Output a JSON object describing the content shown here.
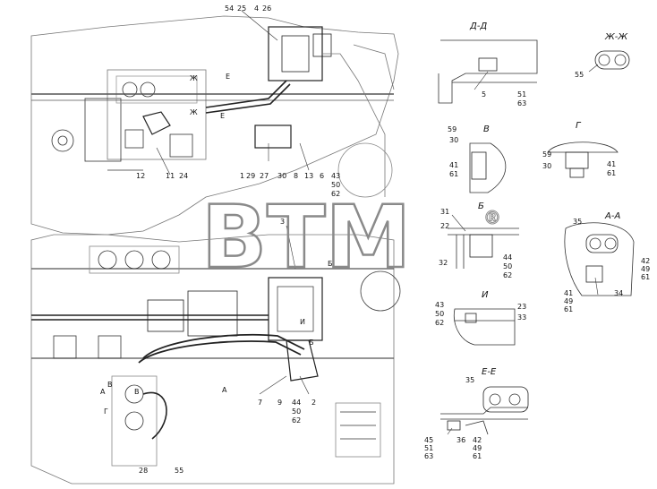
{
  "watermark": {
    "text": "BTM",
    "reg": "®"
  },
  "main_labels": {
    "top": [
      "54",
      "25",
      "4",
      "26"
    ],
    "upper_bottom": [
      "1",
      "29",
      "27",
      "30",
      "8",
      "13",
      "6",
      "43"
    ],
    "upper_stack": [
      "50",
      "62"
    ],
    "upper_left": [
      "12",
      "11",
      "24"
    ],
    "mid": [
      "3"
    ],
    "lower_bottom": [
      "7",
      "9",
      "44",
      "2"
    ],
    "lower_stack": [
      "50",
      "62"
    ],
    "lower_left": [
      "28",
      "55"
    ],
    "section_marks": [
      "Е",
      "Е",
      "Ж",
      "Ж",
      "А",
      "А",
      "Б",
      "Б",
      "В",
      "В",
      "Г",
      "И"
    ]
  },
  "views": {
    "dd": {
      "title": "Д-Д",
      "labels": [
        "5"
      ],
      "stack": [
        "51",
        "63"
      ]
    },
    "zhzh": {
      "title": "Ж-Ж",
      "labels": [
        "55"
      ]
    },
    "v": {
      "title": "В",
      "labels": [
        "59",
        "30",
        "41",
        "61"
      ]
    },
    "g": {
      "title": "Г",
      "labels": [
        "59",
        "30",
        "41",
        "61"
      ]
    },
    "b": {
      "title": "Б",
      "labels": [
        "31",
        "22",
        "32"
      ],
      "stack": [
        "44",
        "50",
        "62"
      ]
    },
    "aa": {
      "title": "А-А",
      "labels": [
        "35",
        "34"
      ],
      "stack_right": [
        "42",
        "49",
        "61"
      ],
      "stack_left": [
        "41",
        "49",
        "61"
      ]
    },
    "i": {
      "title": "И",
      "labels": [
        "23",
        "33"
      ],
      "stack": [
        "43",
        "50",
        "62"
      ]
    },
    "ee": {
      "title": "Е-Е",
      "labels": [
        "35",
        "36"
      ],
      "stack_left": [
        "45",
        "51",
        "63"
      ],
      "stack_right": [
        "42",
        "49",
        "61"
      ]
    }
  }
}
